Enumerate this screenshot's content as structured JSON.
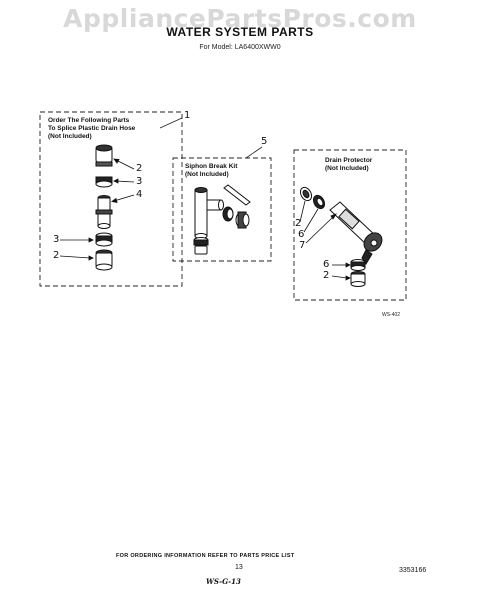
{
  "watermark": "AppliancePartsPros.com",
  "title": "WATER SYSTEM PARTS",
  "subtitle": "For Model: LA6400XWW0",
  "groups": {
    "splice": {
      "line1": "Order The Following Parts",
      "line2": "To Splice Plastic Drain Hose",
      "line3": "(Not Included)",
      "callout": "1"
    },
    "siphon": {
      "line1": "Siphon Break Kit",
      "line2": "(Not Included)",
      "callout": "5"
    },
    "drain": {
      "line1": "Drain Protector",
      "line2": "(Not Included)"
    }
  },
  "part_labels": {
    "splice": [
      "2",
      "3",
      "4",
      "3",
      "2"
    ],
    "drain": [
      "2",
      "6",
      "7",
      "6",
      "2"
    ]
  },
  "figure_code": "WS-402",
  "footer": {
    "note": "FOR ORDERING INFORMATION REFER TO PARTS PRICE LIST",
    "page": "13",
    "doc_number": "3353166",
    "handwritten": "WS-G-13"
  }
}
